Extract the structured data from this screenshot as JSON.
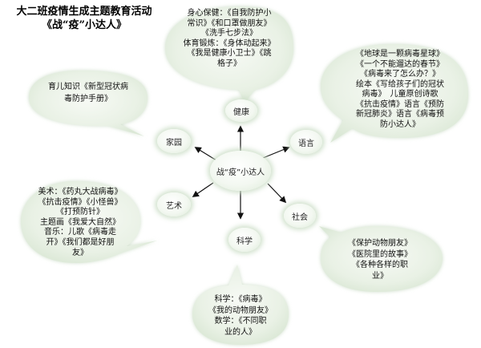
{
  "header": {
    "title_line1": "大二班疫情生成主题教育活动",
    "title_line2": "《战“疫”小达人》"
  },
  "center": {
    "label": "战“疫”小达人"
  },
  "topics": {
    "health": "健康",
    "language": "语言",
    "society": "社会",
    "science": "科学",
    "art": "艺术",
    "home": "家园"
  },
  "bubbles": {
    "health": {
      "lines": [
        "身心保健：《自我防护小",
        "常识》《和口罩做朋友》",
        "《洗手七步法》",
        "体育锻炼：《身体动起来》",
        "《我是健康小卫士》《跳",
        "格子》"
      ]
    },
    "language": {
      "lines": [
        "《地球是一颗病毒星球》",
        "《一个不能遛达的春节》",
        "《病毒来了怎么办？》",
        "绘本《写给孩子们的冠状",
        "病毒》　儿童原创诗歌",
        "《抗击疫情》语言《预防",
        "新冠肺炎》语言《病毒预",
        "防小达人》"
      ]
    },
    "society": {
      "lines": [
        "《保护动物朋友》",
        "《医院里的故事》",
        "《各种各样的职",
        "业》"
      ]
    },
    "science": {
      "lines": [
        "科学：《病毒》",
        "《我的动物朋友》",
        "数学：《不同职",
        "业的人》"
      ]
    },
    "art": {
      "lines": [
        "美术：《药丸大战病毒》",
        "《抗击疫情》《小怪兽》",
        "《打预防针》",
        "主题画《我爱大自然》",
        "音乐：儿歌《病毒走",
        "开》《我们都是好朋",
        "友》"
      ]
    },
    "home": {
      "lines": [
        "育儿知识《新型冠状病",
        "毒防护手册》"
      ]
    }
  },
  "colors": {
    "bubble_fill": "#eaf1e6",
    "bubble_glow": "#cfdecb",
    "arrow": "#111111"
  }
}
